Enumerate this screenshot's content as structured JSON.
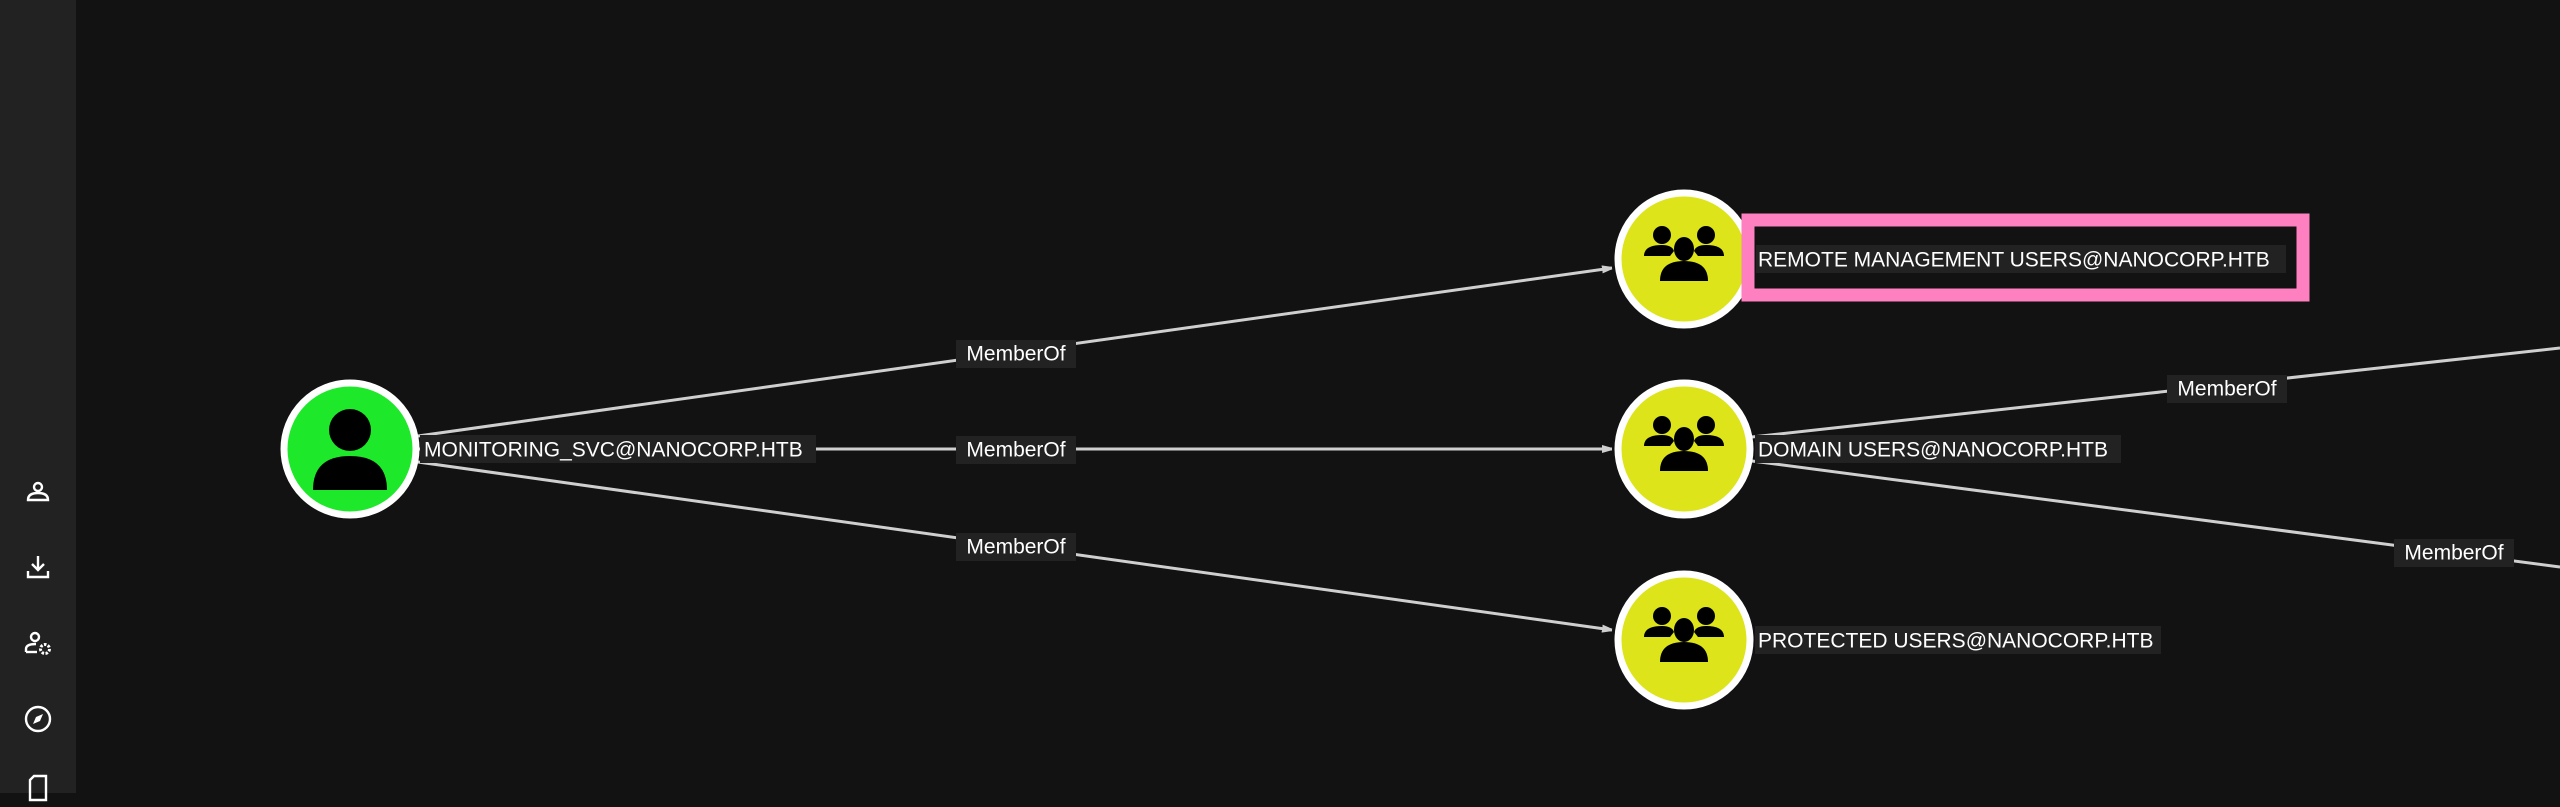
{
  "sidebar": {
    "icons": [
      "user-icon",
      "download-icon",
      "user-settings-icon",
      "compass-icon",
      "file-icon"
    ]
  },
  "graph": {
    "nodes": {
      "user": {
        "label": "MONITORING_SVC@NANOCORP.HTB",
        "type": "User",
        "color": "#1ee82a"
      },
      "remote": {
        "label": "REMOTE MANAGEMENT USERS@NANOCORP.HTB",
        "type": "Group",
        "color": "#dde41a",
        "highlighted": true
      },
      "domain": {
        "label": "DOMAIN USERS@NANOCORP.HTB",
        "type": "Group",
        "color": "#dde41a"
      },
      "protected": {
        "label": "PROTECTED USERS@NANOCORP.HTB",
        "type": "Group",
        "color": "#dde41a"
      }
    },
    "edges": [
      {
        "from": "user",
        "to": "remote",
        "label": "MemberOf"
      },
      {
        "from": "user",
        "to": "domain",
        "label": "MemberOf"
      },
      {
        "from": "user",
        "to": "protected",
        "label": "MemberOf"
      },
      {
        "from": "domain",
        "to": "offscreen-1",
        "label": "MemberOf"
      },
      {
        "from": "domain",
        "to": "offscreen-2",
        "label": "MemberOf"
      }
    ],
    "highlight_color": "#ff80c0"
  }
}
